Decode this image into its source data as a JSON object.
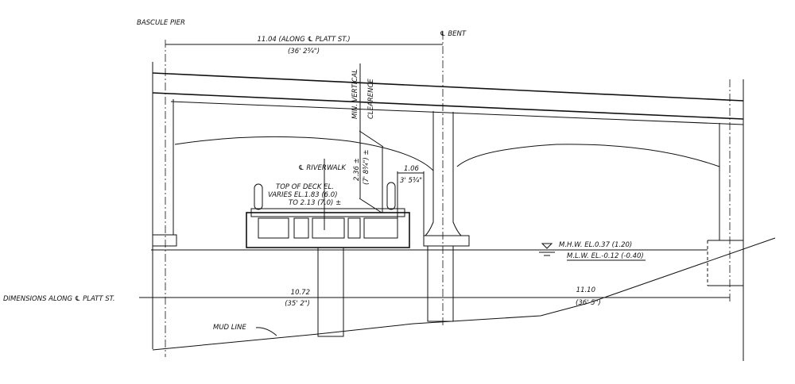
{
  "labels": {
    "bascule_pier": "BASCULE PIER",
    "top_dim": "11.04 (ALONG ℄ PLATT ST.)",
    "top_dim_imperial": "(36' 2¾\")",
    "bent": "℄ BENT",
    "min_clearance_1": "MIN. VERTICAL",
    "min_clearance_2": "CLEARENCE",
    "clearance_value": "2.36 ±",
    "clearance_imperial": "(7' 8¾\") ±",
    "riverwalk": "℄ RIVERWALK",
    "deck_1": "TOP OF DECK EL.",
    "deck_2": "VARIES EL.1.83 (6.0)",
    "deck_3": "TO 2.13 (7.0) ±",
    "offset_value": "1.06",
    "offset_imperial": "3' 5¾\"",
    "mhw": "M.H.W. EL.0.37 (1.20)",
    "mlw": "M.L.W. EL.-0.12 (-0.40)",
    "dimensions_along": "DIMENSIONS ALONG ℄ PLATT ST.",
    "left_dim": "10.72",
    "left_dim_imperial": "(35' 2\")",
    "right_dim": "11.10",
    "right_dim_imperial": "(36' 5\")",
    "mud_line": "MUD LINE"
  }
}
